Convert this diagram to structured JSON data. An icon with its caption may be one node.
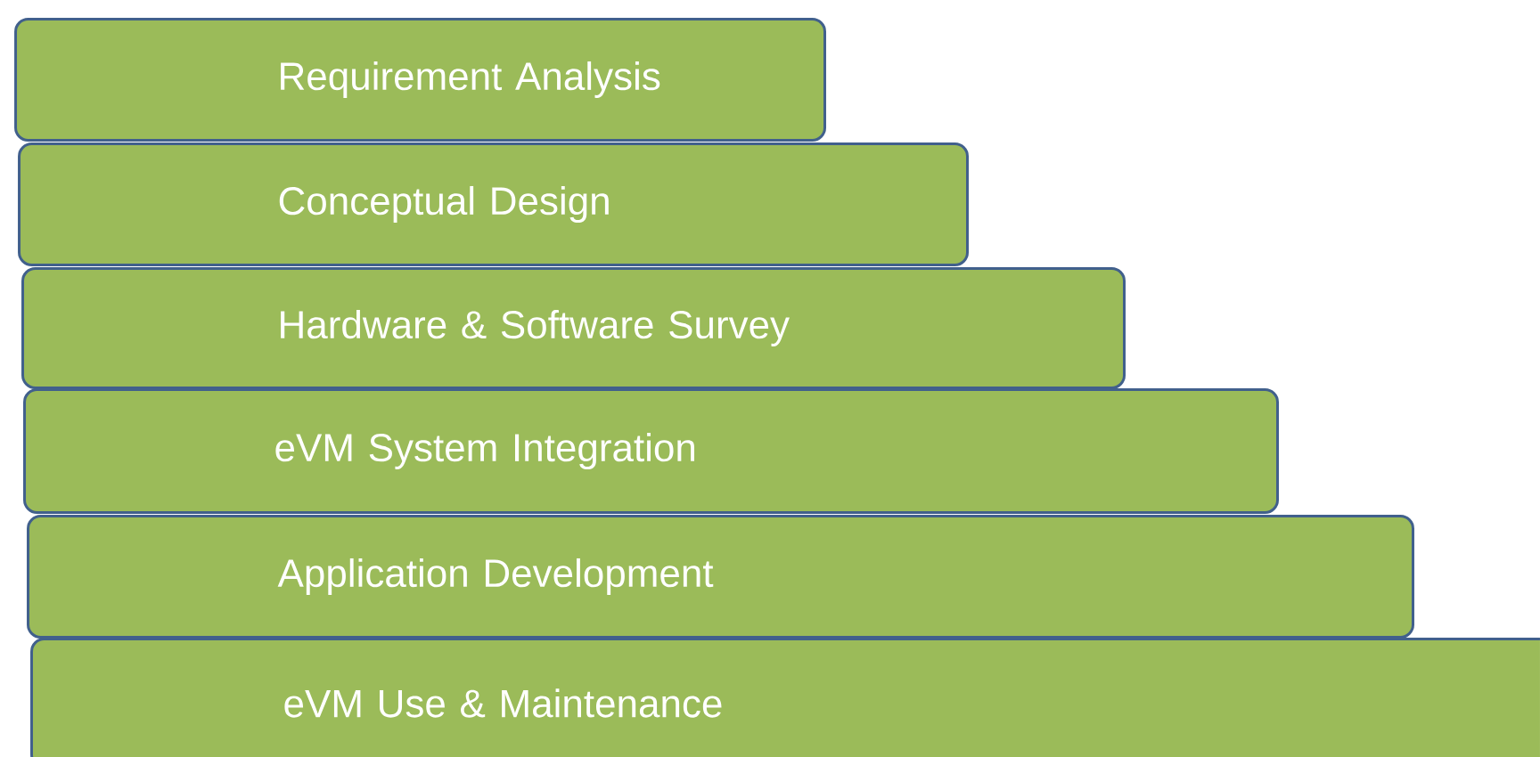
{
  "diagram": {
    "nodes": [
      {
        "text": [
          "Requirement Analysis"
        ]
      },
      {
        "text": [
          "Conceptual Design"
        ]
      },
      {
        "text": [
          "Hardware & Software Survey"
        ]
      },
      {
        "text": [
          "eVM System Integration"
        ]
      },
      {
        "text": [
          "Application Development"
        ]
      },
      {
        "text": [
          "eVM Use & Maintenance"
        ]
      }
    ]
  }
}
